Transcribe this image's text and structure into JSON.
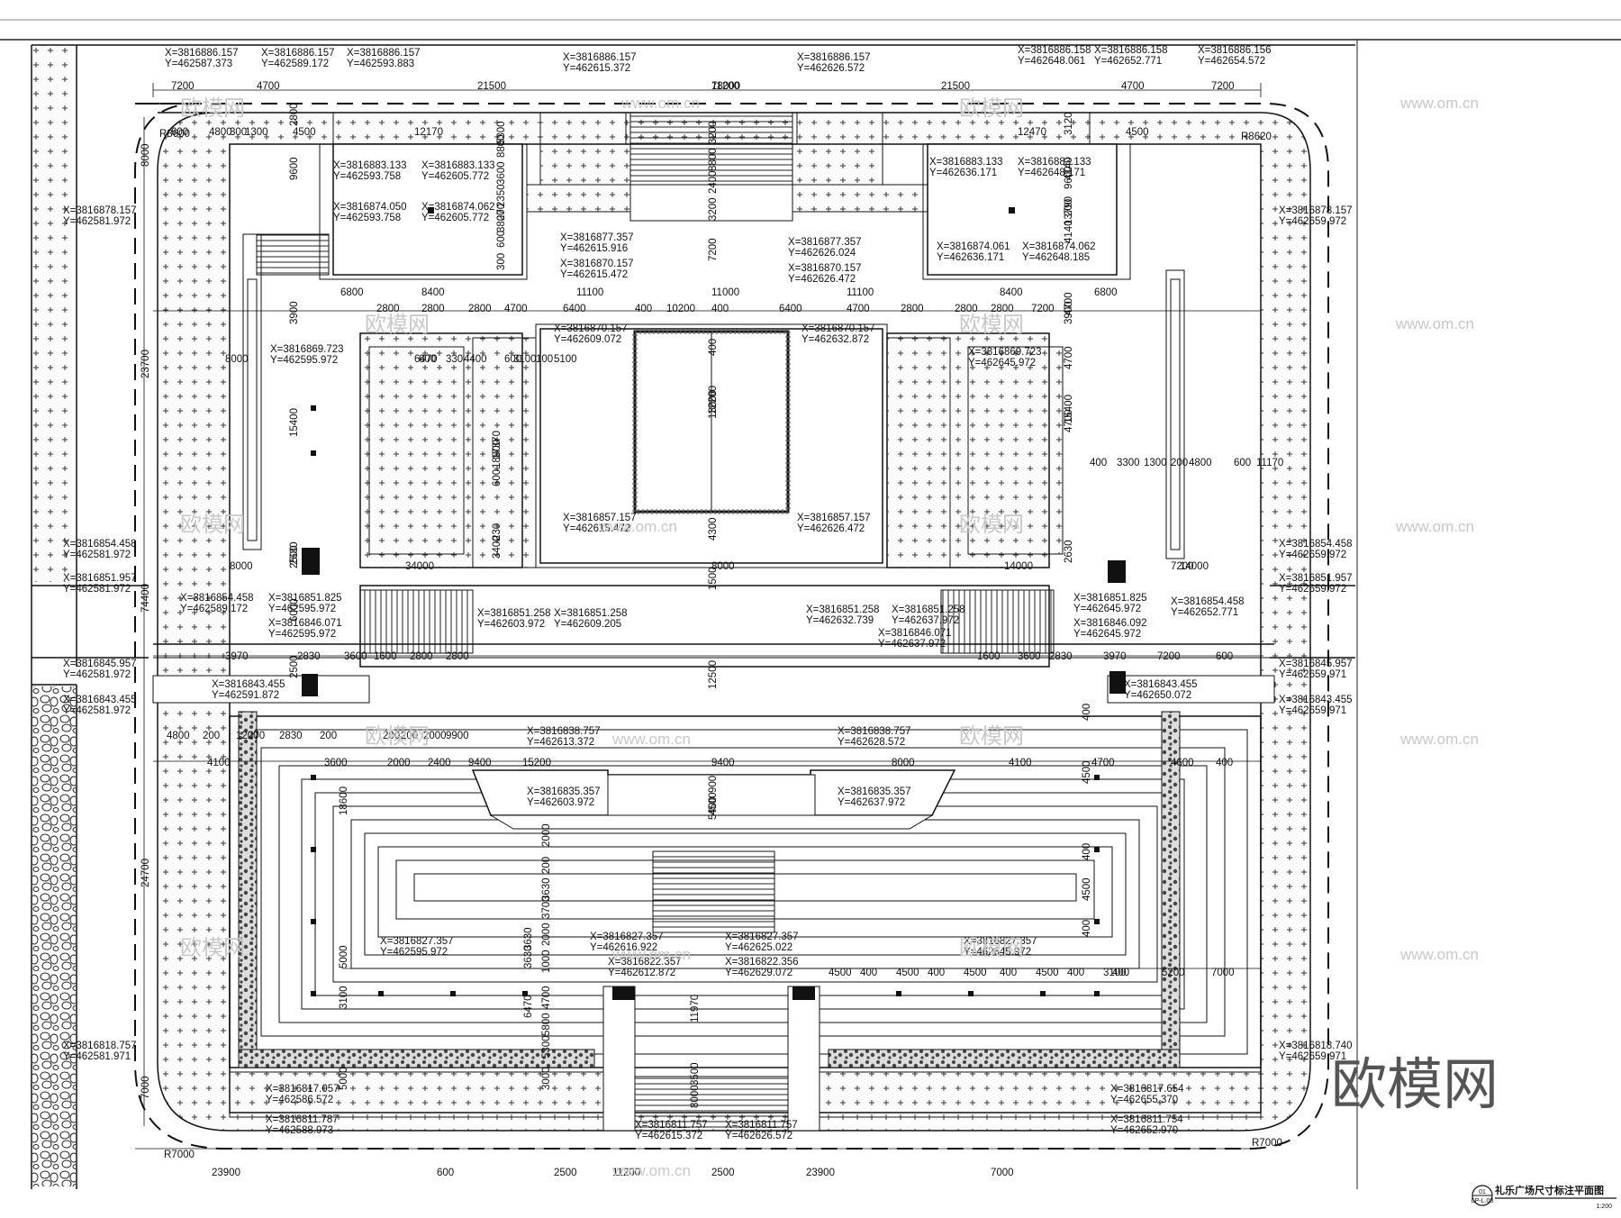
{
  "drawing": {
    "title": "礼乐广场尺寸标注平面图",
    "sheet_no": "01",
    "sheet_ref": "LP-L.08",
    "scale": "1:200",
    "brand": "欧模网",
    "watermark": "欧模网",
    "watermark_url": "www.om.cn"
  },
  "coords_top": [
    "X=3816886.157",
    "Y=462587.373",
    "X=3816886.157",
    "Y=462589.172",
    "X=3816886.157",
    "Y=462593.883",
    "X=3816886.157",
    "Y=462615.372",
    "X=3816886.157",
    "Y=462626.572",
    "X=3816886.158",
    "Y=462648.061",
    "X=3816886.158",
    "Y=462652.771",
    "X=3816886.156",
    "Y=462654.572"
  ],
  "coords_upper": [
    "X=3816883.133",
    "Y=462593.758",
    "X=3816883.133",
    "Y=462605.772",
    "X=3816874.050",
    "Y=462593.758",
    "X=3816874.062",
    "Y=462605.772",
    "X=3816883.133",
    "Y=462636.171",
    "X=3816883.133",
    "Y=462648.171",
    "X=3816874.061",
    "Y=462636.171",
    "X=3816874.062",
    "Y=462648.185",
    "X=3816878.157",
    "Y=462581.972",
    "X=3816878.157",
    "Y=462659.972",
    "X=3816877.357",
    "Y=462615.916",
    "X=3816870.157",
    "Y=462615.472",
    "X=3816877.357",
    "Y=462626.024",
    "X=3816870.157",
    "Y=462626.472",
    "X=3816870.157",
    "Y=462609.072",
    "X=3816870.157",
    "Y=462632.872",
    "X=3816869.723",
    "Y=462595.972",
    "X=3816869.723",
    "Y=462645.972",
    "X=3816857.157",
    "Y=462615.472",
    "X=3816857.157",
    "Y=462626.472"
  ],
  "coords_middle": [
    "X=3816854.458",
    "Y=462581.972",
    "X=3816851.957",
    "Y=462581.972",
    "X=3816854.458",
    "Y=462589.172",
    "X=3816851.825",
    "Y=462595.972",
    "X=3816846.071",
    "Y=462595.972",
    "X=3816851.258",
    "Y=462603.972",
    "X=3816851.258",
    "Y=462609.205",
    "X=3816851.258",
    "Y=462632.739",
    "X=3816851.258",
    "Y=462637.972",
    "X=3816846.071",
    "Y=462637.972",
    "X=3816851.825",
    "Y=462645.972",
    "X=3816846.092",
    "Y=462645.972",
    "X=3816854.458",
    "Y=462652.771",
    "X=3816854.458",
    "Y=462659.972",
    "X=3816851.957",
    "Y=462659.972",
    "X=3816845.957",
    "Y=462581.972",
    "X=3816843.455",
    "Y=462581.972",
    "X=3816843.455",
    "Y=462591.872",
    "X=3816843.455",
    "Y=462650.072",
    "X=3816845.957",
    "Y=462659.971",
    "X=3816843.455",
    "Y=462659.971"
  ],
  "coords_lower": [
    "X=3816838.757",
    "Y=462613.372",
    "X=3816838.757",
    "Y=462628.572",
    "X=3816835.357",
    "Y=462603.972",
    "X=3816835.357",
    "Y=462637.972",
    "X=3816827.357",
    "Y=462595.972",
    "X=3816827.357",
    "Y=462616.922",
    "X=3816822.357",
    "Y=462612.872",
    "X=3816827.357",
    "Y=462625.022",
    "X=3816822.356",
    "Y=462629.072",
    "X=3816827.357",
    "Y=462645.972",
    "X=3816818.757",
    "Y=462581.971",
    "X=3816818.740",
    "Y=462659.971",
    "X=3816817.057",
    "Y=462586.572",
    "X=3816811.787",
    "Y=462588.973",
    "X=3816811.757",
    "Y=462615.372",
    "X=3816811.757",
    "Y=462626.572",
    "X=3816817.654",
    "Y=462655.370",
    "X=3816811.754",
    "Y=462652.970"
  ],
  "dims_horizontal": [
    "7200",
    "4700",
    "21500",
    "78000",
    "11200",
    "21500",
    "4700",
    "7200",
    "12170",
    "12470",
    "4500",
    "600",
    "4800",
    "300",
    "1300",
    "4500",
    "8400",
    "6800",
    "11100",
    "11000",
    "11100",
    "8400",
    "6800",
    "2800",
    "2800",
    "2800",
    "4700",
    "6400",
    "400",
    "10200",
    "400",
    "6400",
    "4700",
    "2800",
    "2800",
    "2800",
    "7200",
    "8000",
    "6470",
    "600",
    "330",
    "4400",
    "600",
    "100",
    "5100",
    "3100",
    "400",
    "3300",
    "1300",
    "200",
    "4800",
    "600",
    "11170",
    "14000",
    "8000",
    "34000",
    "8000",
    "14000",
    "7200",
    "3970",
    "2830",
    "3600",
    "1600",
    "2800",
    "2800",
    "1600",
    "3600",
    "2830",
    "3970",
    "7200",
    "600",
    "4800",
    "200",
    "1200",
    "270",
    "2830",
    "200",
    "200",
    "200",
    "2000",
    "9900",
    "4100",
    "3600",
    "2000",
    "2400",
    "9400",
    "15200",
    "9400",
    "8000",
    "4100",
    "4700",
    "4600",
    "400",
    "4500",
    "400",
    "4500",
    "400",
    "4500",
    "400",
    "4500",
    "400",
    "3100",
    "400",
    "5200",
    "7000",
    "23900",
    "600",
    "2500",
    "11200",
    "2500",
    "23900",
    "7000"
  ],
  "dims_vertical": [
    "8000",
    "23700",
    "74400",
    "24700",
    "7000",
    "2800",
    "9600",
    "3900",
    "15400",
    "2630",
    "2500",
    "6000",
    "2500",
    "5300",
    "8800",
    "3600",
    "2350",
    "270",
    "3800",
    "600",
    "300",
    "3200",
    "8800",
    "2400",
    "3200",
    "7200",
    "400",
    "13000",
    "12200",
    "4300",
    "1500",
    "12500",
    "900",
    "5400",
    "4500",
    "17370",
    "18900",
    "600",
    "230",
    "3400",
    "13790",
    "9600",
    "3900",
    "15400",
    "2630",
    "3120",
    "4140",
    "200",
    "4140",
    "4700",
    "4700",
    "4700",
    "400",
    "4500",
    "400",
    "4500",
    "400",
    "18600",
    "5000",
    "3100",
    "5000",
    "3630",
    "3630",
    "6470",
    "11970",
    "3500",
    "8000",
    "2000",
    "200",
    "3630",
    "3700",
    "2000",
    "1000",
    "4700",
    "5800",
    "5300",
    "3000"
  ],
  "radii": [
    "R8600",
    "R8620",
    "R7000",
    "R7000"
  ]
}
